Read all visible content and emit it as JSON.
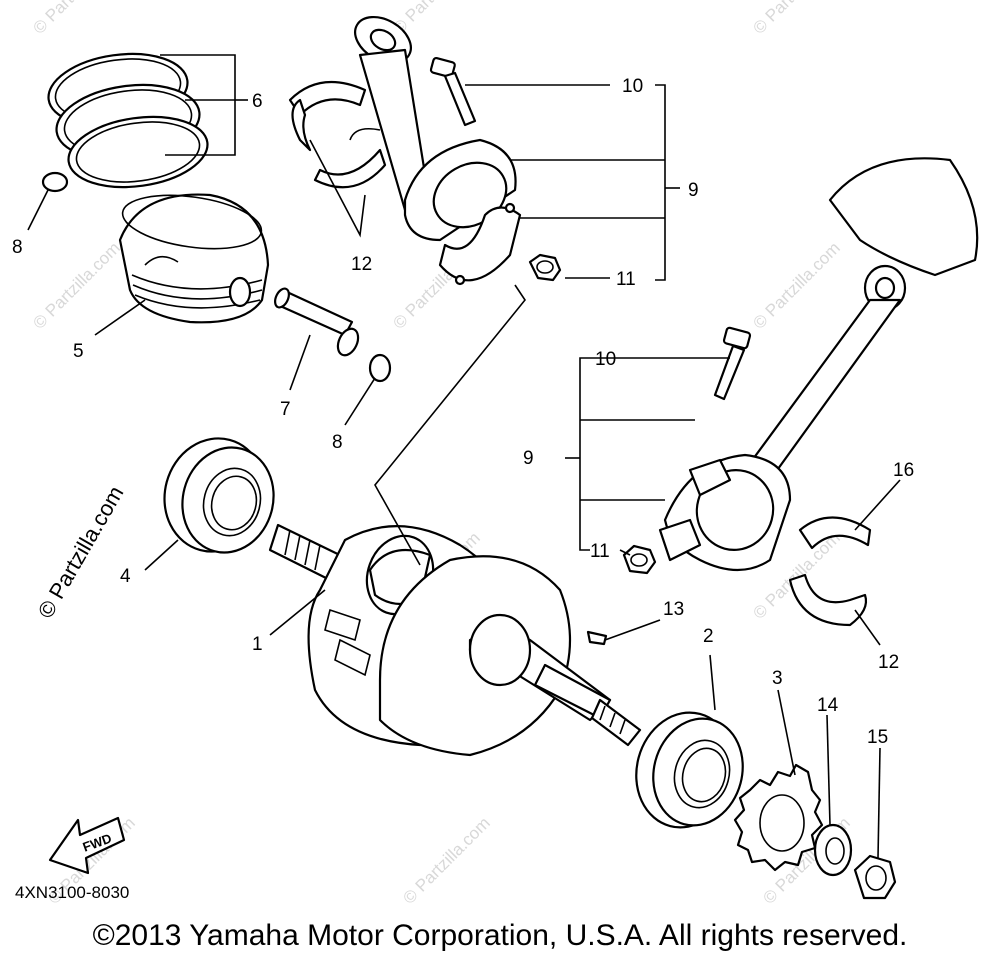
{
  "diagram": {
    "diagram_code": "4XN3100-8030",
    "copyright": "©2013 Yamaha Motor Corporation, U.S.A. All rights reserved.",
    "watermark": "© Partzilla.com",
    "fwd_label": "FWD",
    "callouts": {
      "c1": "1",
      "c2": "2",
      "c3": "3",
      "c4": "4",
      "c5": "5",
      "c6": "6",
      "c7": "7",
      "c8a": "8",
      "c8b": "8",
      "c9a": "9",
      "c9b": "9",
      "c10a": "10",
      "c10b": "10",
      "c11a": "11",
      "c11b": "11",
      "c12a": "12",
      "c12b": "12",
      "c13": "13",
      "c14": "14",
      "c15": "15",
      "c16": "16"
    }
  },
  "colors": {
    "line": "#000000",
    "background": "#ffffff",
    "watermark": "#d8d8d8"
  },
  "icons": {
    "fwd_arrow": "fwd-arrow-icon"
  }
}
